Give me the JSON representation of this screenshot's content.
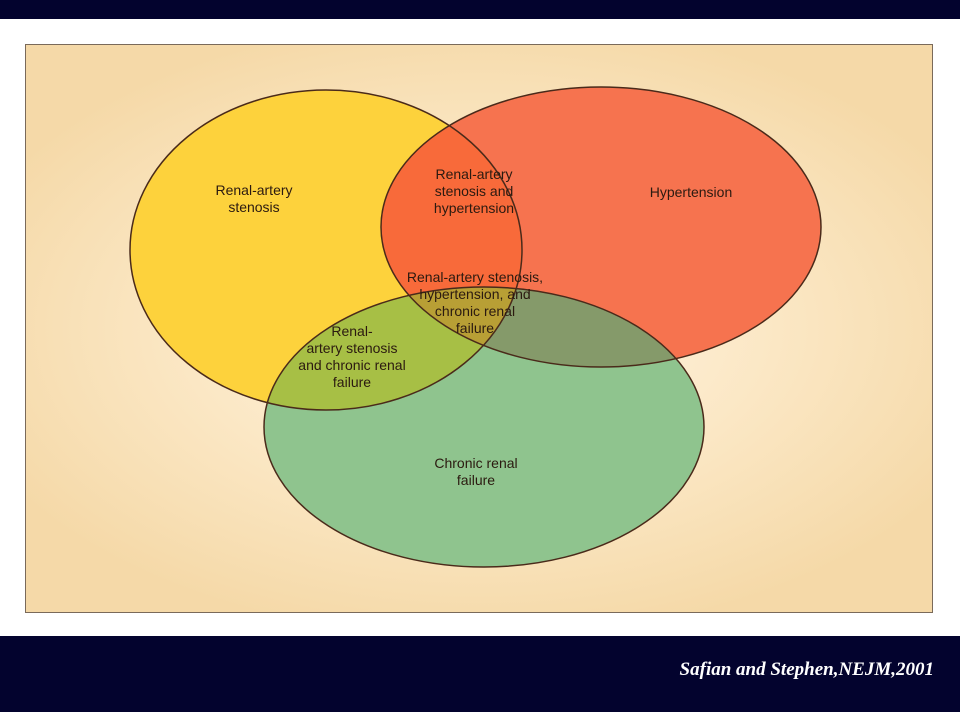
{
  "colors": {
    "frame": "#03032e",
    "panel_background": "#fbe7c4",
    "renal_artery_stenosis": "#fdd23c",
    "hypertension": "#f6734f",
    "chronic_renal_failure": "#8fc48e",
    "stenosis_and_hypertension": "#f86a3a",
    "stenosis_and_renal_failure": "#a7bf45",
    "hypertension_and_renal_failure": "#859a6a",
    "all_three": "#b89f35",
    "outline": "#4a2a1a"
  },
  "diagram": {
    "sets": {
      "renal_artery_stenosis": [
        "Renal-artery",
        "stenosis"
      ],
      "hypertension": [
        "Hypertension"
      ],
      "chronic_renal_failure": [
        "Chronic renal",
        "failure"
      ]
    },
    "intersections": {
      "stenosis_and_hypertension": [
        "Renal-artery",
        "stenosis and",
        "hypertension"
      ],
      "stenosis_and_renal_failure": [
        "Renal-",
        "artery stenosis",
        "and chronic renal",
        "failure"
      ],
      "all_three": [
        "Renal-artery stenosis,",
        "hypertension, and",
        "chronic renal",
        "failure"
      ]
    }
  },
  "citation": "Safian and Stephen,NEJM,2001"
}
